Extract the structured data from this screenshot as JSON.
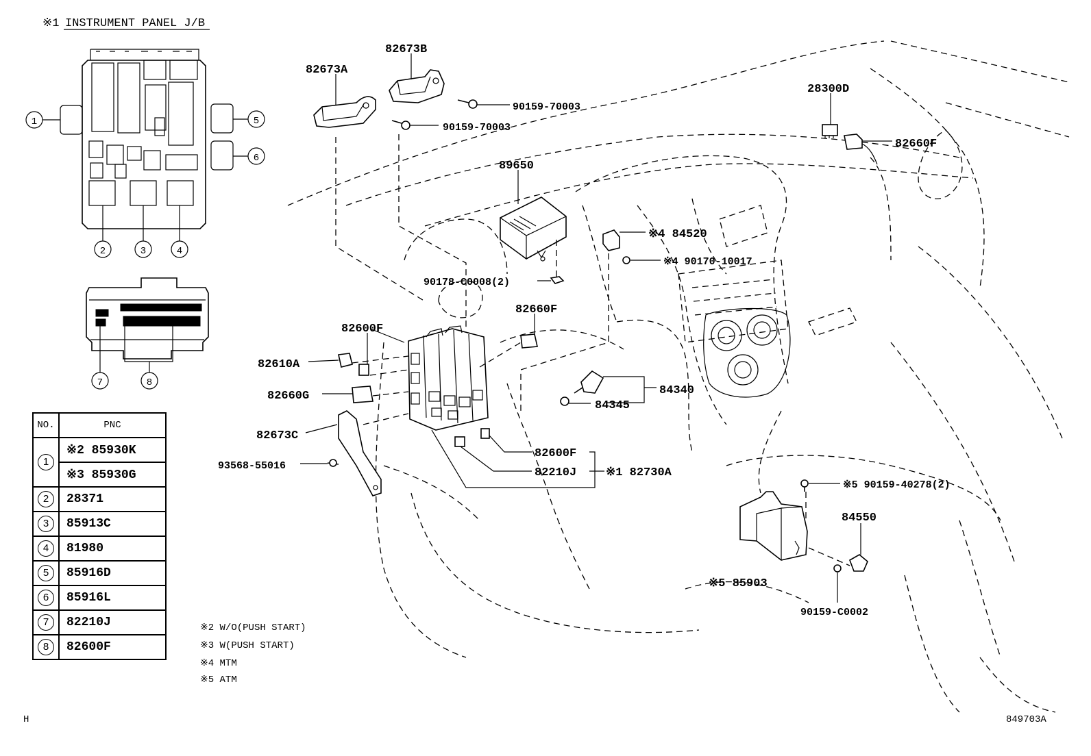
{
  "header": {
    "note_mark": "※1",
    "title": "INSTRUMENT PANEL J/B"
  },
  "jb_callouts": [
    "1",
    "2",
    "3",
    "4",
    "5",
    "6",
    "7",
    "8"
  ],
  "table": {
    "col_no": "NO.",
    "col_pnc": "PNC",
    "rows": [
      {
        "no": "1",
        "pnc": "※2 85930K"
      },
      {
        "no": "",
        "pnc": "※3 85930G"
      },
      {
        "no": "2",
        "pnc": "28371"
      },
      {
        "no": "3",
        "pnc": "85913C"
      },
      {
        "no": "4",
        "pnc": "81980"
      },
      {
        "no": "5",
        "pnc": "85916D"
      },
      {
        "no": "6",
        "pnc": "85916L"
      },
      {
        "no": "7",
        "pnc": "82210J"
      },
      {
        "no": "8",
        "pnc": "82600F"
      }
    ]
  },
  "notes": [
    "※2 W/O(PUSH START)",
    "※3 W(PUSH START)",
    "※4 MTM",
    "※5 ATM"
  ],
  "labels": {
    "p82673A": "82673A",
    "p82673B": "82673B",
    "p90159_70003_a": "90159-70003",
    "p90159_70003_b": "90159-70003",
    "p28300D": "28300D",
    "p82660F_a": "82660F",
    "p89650": "89650",
    "p84520": "※4 84520",
    "p90170_10017": "※4 90170-10017",
    "p90178_C0008": "90178-C0008(2)",
    "p82600F_a": "82600F",
    "p82660F_b": "82660F",
    "p82610A": "82610A",
    "p82660G": "82660G",
    "p84340": "84340",
    "p84345": "84345",
    "p82673C": "82673C",
    "p93568_55016": "93568-55016",
    "p82600F_b": "82600F",
    "p82210J": "82210J",
    "p82730A": "※1 82730A",
    "p90159_40278": "※5 90159-40278(2)",
    "p84550": "84550",
    "p85903": "※5 85903",
    "p90159_C0002": "90159-C0002"
  },
  "footer": {
    "left_code": "H",
    "figure_id": "849703A"
  }
}
